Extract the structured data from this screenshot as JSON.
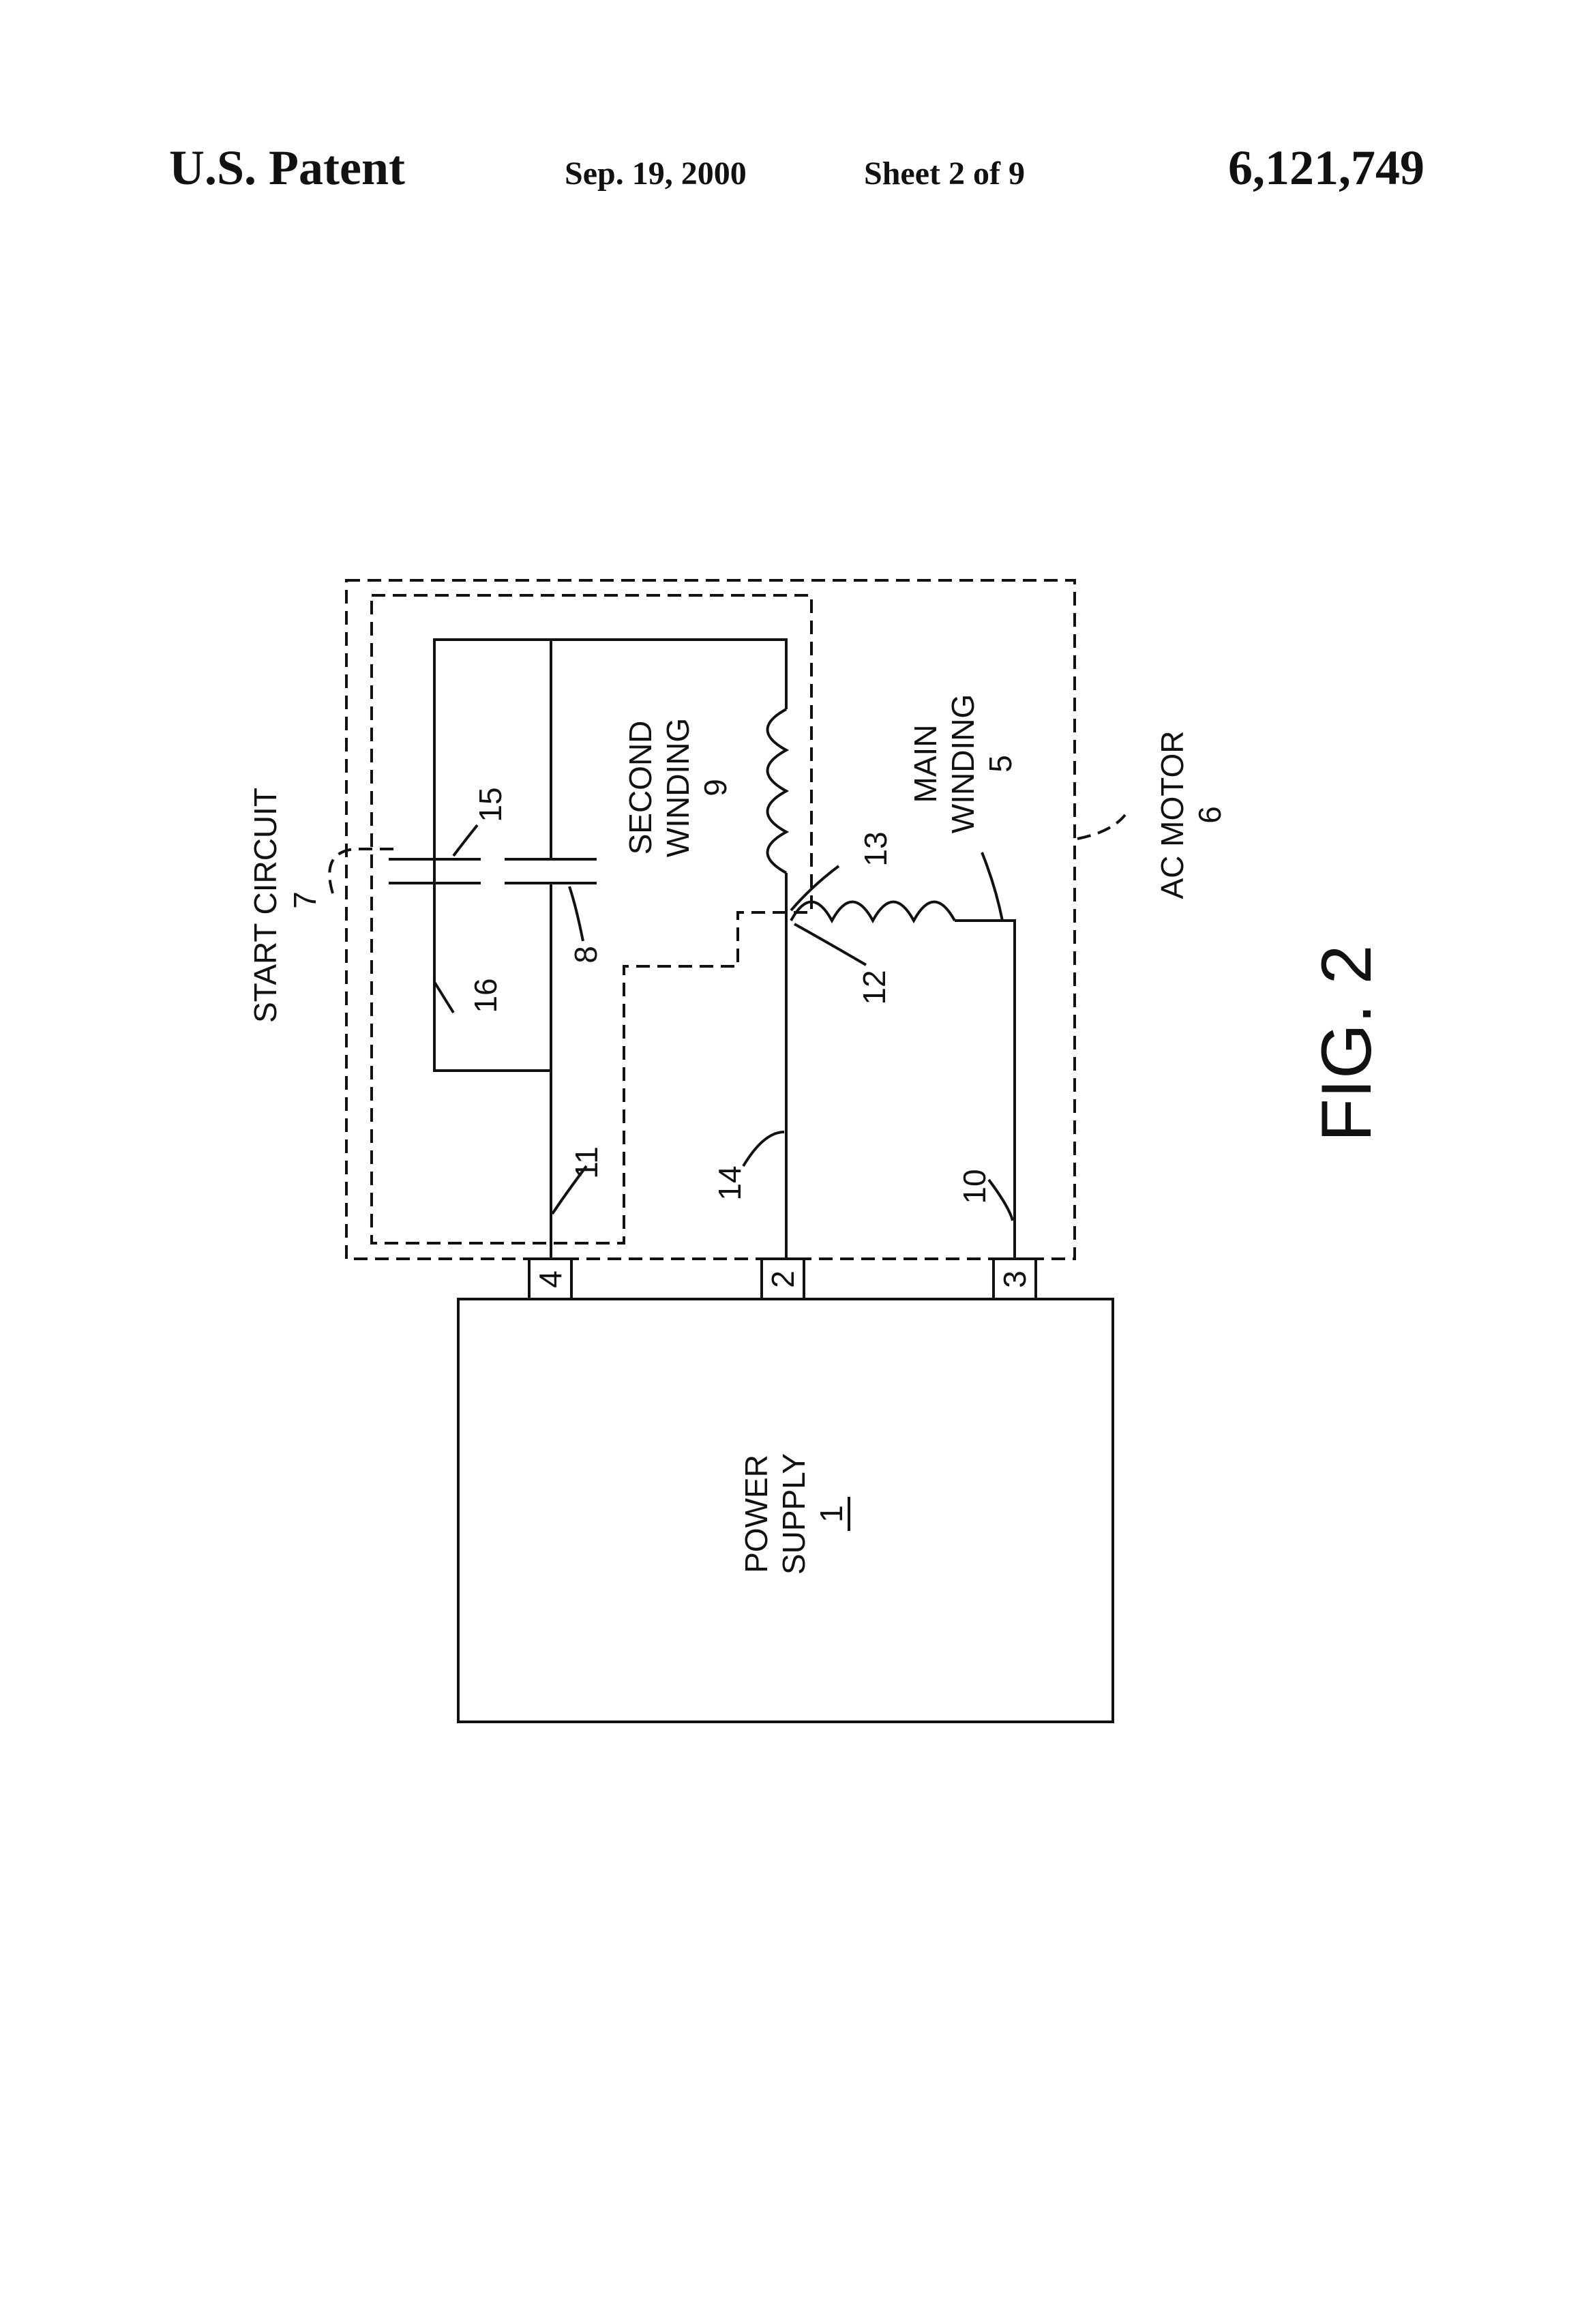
{
  "header": {
    "left": "U.S. Patent",
    "date": "Sep. 19, 2000",
    "sheet": "Sheet 2 of 9",
    "patent_number": "6,121,749"
  },
  "figure": {
    "fig_label": "FIG. 2",
    "power_supply": {
      "line1": "POWER",
      "line2": "SUPPLY",
      "ref": "1"
    },
    "start_circuit": {
      "label": "START CIRCUIT",
      "ref": "7"
    },
    "ac_motor": {
      "label": "AC MOTOR",
      "ref": "6"
    },
    "second_winding": {
      "line1": "SECOND",
      "line2": "WINDING",
      "ref": "9"
    },
    "main_winding": {
      "line1": "MAIN",
      "line2": "WINDING",
      "ref": "5"
    },
    "terminals": [
      "4",
      "2",
      "3"
    ],
    "refs": {
      "capacitor_15": "15",
      "capacitor_8": "8",
      "switch_16": "16",
      "node_13": "13",
      "node_12": "12",
      "line_11": "11",
      "line_14": "14",
      "line_10": "10"
    }
  }
}
